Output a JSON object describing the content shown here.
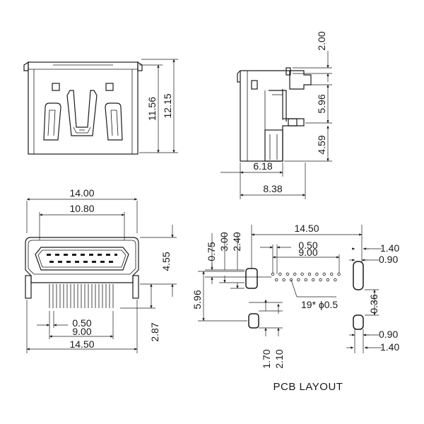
{
  "front_view": {
    "height_inner": "11.56",
    "height_outer": "12.15"
  },
  "side_view": {
    "top_offset": "2.00",
    "upper_pitch": "5.96",
    "lower_pitch": "4.59",
    "depth_short": "6.18",
    "depth_long": "8.38"
  },
  "bottom_view": {
    "width_top": "14.00",
    "width_inner": "10.80",
    "height": "4.55",
    "pin_pitch": "0.50",
    "pin_span": "9.00",
    "width_bottom": "14.50",
    "tail_length": "2.87"
  },
  "pcb_layout": {
    "caption": "PCB LAYOUT",
    "width": "14.50",
    "pitch": "0.50",
    "span": "9.00",
    "dim_075": "0.75",
    "dim_300": "3.00",
    "dim_240": "2.40",
    "height": "5.96",
    "holes": "19* ϕ0.5",
    "pad_width_top": "1.40",
    "pad_slot_top": "0.90",
    "offset": "0.36",
    "pad_slot_bottom": "0.90",
    "pad_width_bottom": "1.40",
    "lower_a": "1.70",
    "lower_b": "2.10"
  }
}
